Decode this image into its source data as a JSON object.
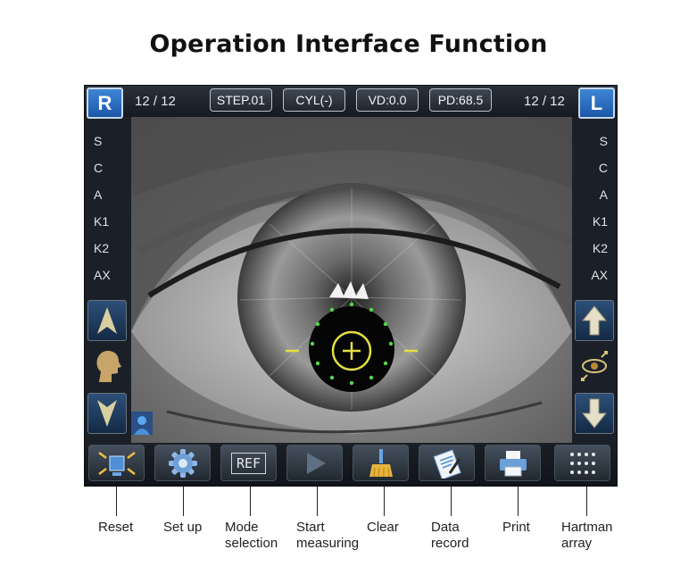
{
  "page": {
    "title": "Operation Interface Function"
  },
  "topbar": {
    "right_eye_button": "R",
    "left_eye_button": "L",
    "right_counter": "12 / 12",
    "left_counter": "12 / 12",
    "chips": [
      "STEP.01",
      "CYL(-)",
      "VD:0.0",
      "PD:68.5"
    ]
  },
  "readouts": {
    "labels": [
      "S",
      "C",
      "A",
      "K1",
      "K2",
      "AX"
    ]
  },
  "icons": {
    "left_up": "up-arrow-icon",
    "chin_rest": "head-profile-icon",
    "left_down": "down-arrow-icon",
    "right_up": "up-arrow-icon",
    "eye_toggle": "eye-with-arrows-icon",
    "right_down": "down-arrow-icon",
    "patient": "person-icon"
  },
  "toolbar": {
    "buttons": [
      "reset-icon",
      "gear-icon",
      "ref-icon",
      "play-icon",
      "broom-icon",
      "clipboard-icon",
      "printer-icon",
      "dot-grid-icon"
    ],
    "ref_label": "REF"
  },
  "captions": {
    "reset": "Reset",
    "setup": "Set up",
    "mode_1": "Mode",
    "mode_2": "selection",
    "start_1": "Start",
    "start_2": "measuring",
    "clear": "Clear",
    "data_1": "Data",
    "data_2": "record",
    "print": "Print",
    "hartman_1": "Hartman",
    "hartman_2": "array"
  },
  "colors": {
    "accent_blue": "#2f72c4",
    "target_yellow": "#e3e040",
    "target_green": "#57d64a"
  }
}
